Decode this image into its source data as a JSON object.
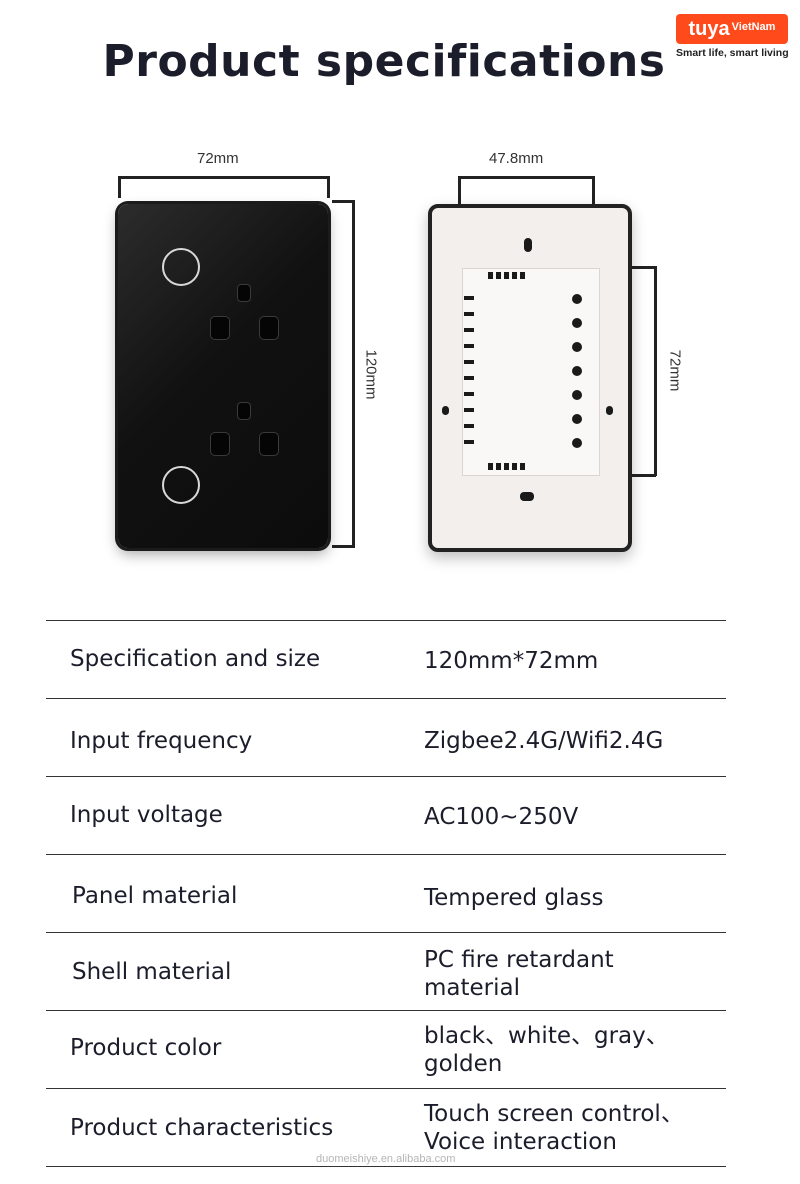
{
  "title": "Product specifications",
  "brand": {
    "logo_text": "tuya",
    "logo_sub": "VietNam",
    "tagline": "Smart life, smart living",
    "color": "#ff4a1c"
  },
  "dimensions": {
    "front_width": "72mm",
    "front_height": "120mm",
    "back_width": "47.8mm",
    "back_height": "72mm"
  },
  "specs": [
    {
      "label": "Specification and size",
      "value": "120mm*72mm",
      "value2": ""
    },
    {
      "label": "Input frequency",
      "value": "Zigbee2.4G/Wifi2.4G",
      "value2": ""
    },
    {
      "label": "Input voltage",
      "value": "AC100~250V",
      "value2": ""
    },
    {
      "label": "Panel material",
      "value": "Tempered glass",
      "value2": ""
    },
    {
      "label": "Shell material",
      "value": "PC fire retardant",
      "value2": "material"
    },
    {
      "label": "Product color",
      "value": "black、white、gray、",
      "value2": "golden"
    },
    {
      "label": "Product characteristics",
      "value": "Touch screen control、",
      "value2": "Voice interaction"
    }
  ],
  "watermark": "duomeishiye.en.alibaba.com"
}
